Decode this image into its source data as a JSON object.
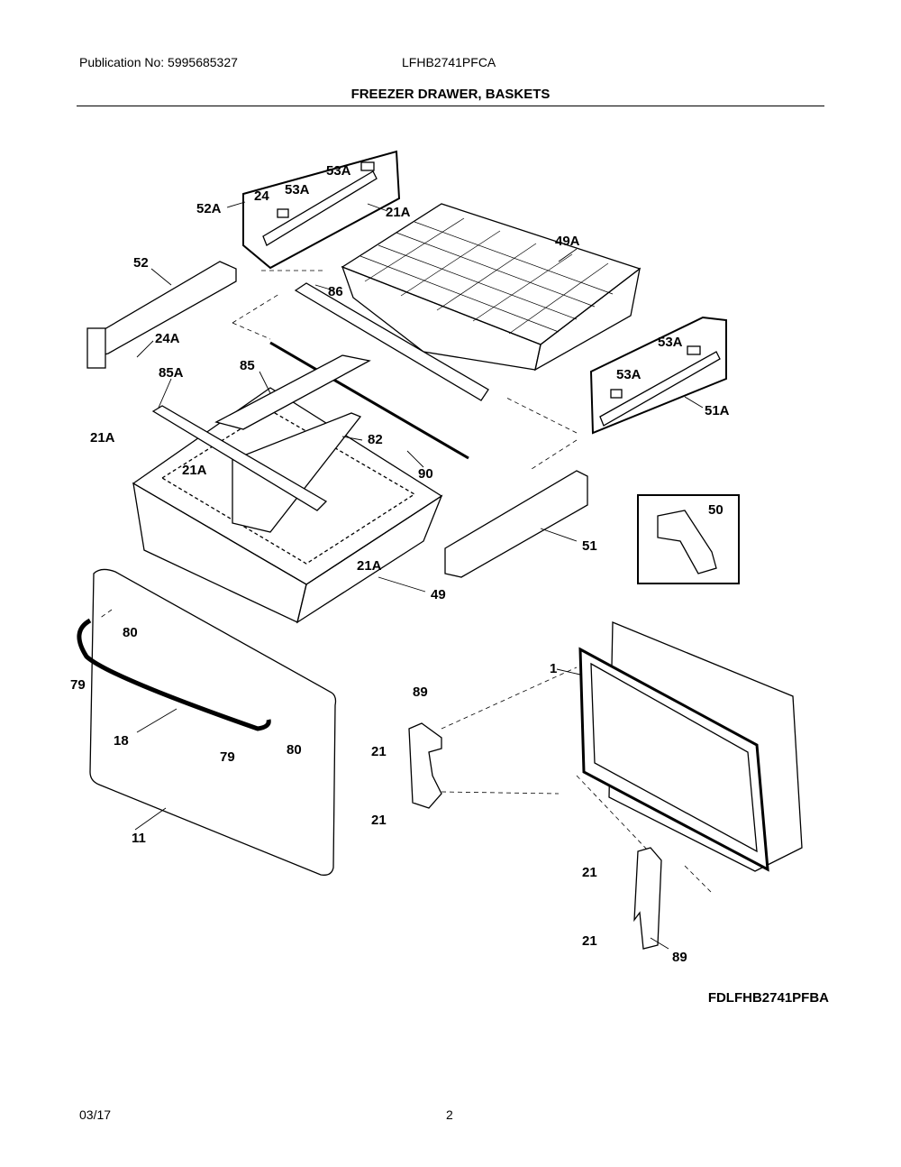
{
  "header": {
    "publication": "Publication No: 5995685327",
    "model": "LFHB2741PFCA",
    "title": "FREEZER DRAWER, BASKETS"
  },
  "diagram": {
    "code": "FDLFHB2741PFBA",
    "callouts": {
      "c53a_top": "53A",
      "c24": "24",
      "c53a_mid": "53A",
      "c52a": "52A",
      "c21a_top": "21A",
      "c49a": "49A",
      "c52": "52",
      "c86": "86",
      "c24a": "24A",
      "c85": "85",
      "c85a": "85A",
      "c53a_r1": "53A",
      "c53a_r2": "53A",
      "c51a": "51A",
      "c21a_left": "21A",
      "c82": "82",
      "c21a_inner": "21A",
      "c90": "90",
      "c50": "50",
      "c51": "51",
      "c21a_low": "21A",
      "c49": "49",
      "c80_top": "80",
      "c79_left": "79",
      "c1": "1",
      "c89_top": "89",
      "c18": "18",
      "c79_bot": "79",
      "c80_bot": "80",
      "c21_a": "21",
      "c21_b": "21",
      "c11": "11",
      "c21_c": "21",
      "c21_d": "21",
      "c89_bot": "89"
    }
  },
  "footer": {
    "date": "03/17",
    "page": "2"
  }
}
